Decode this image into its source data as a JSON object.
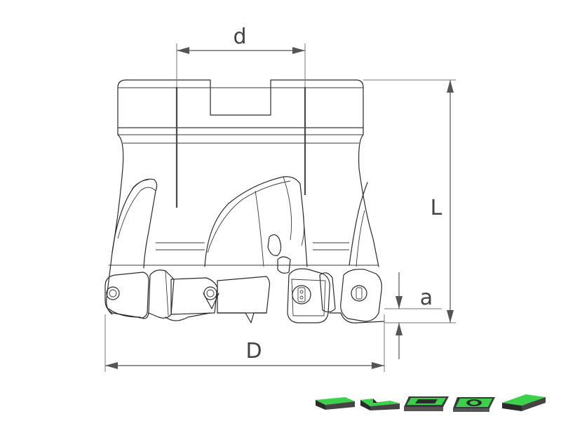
{
  "labels": {
    "bore_diameter": "d",
    "cutter_diameter": "D",
    "length": "L",
    "depth_of_cut": "a"
  },
  "colors": {
    "line": "#2a2a2a",
    "dimension": "#555555",
    "insert_green": "#3bd14a",
    "insert_dark": "#2e2e2e"
  },
  "icons": [
    "insert-icon-1",
    "insert-icon-2",
    "insert-icon-3",
    "insert-icon-4",
    "insert-icon-5"
  ]
}
